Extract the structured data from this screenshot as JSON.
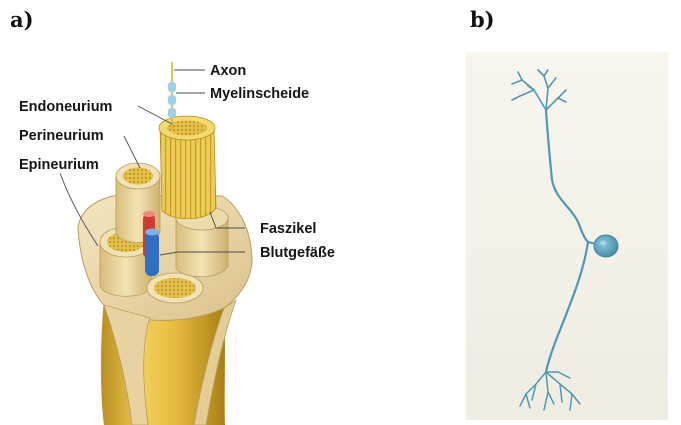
{
  "panels": [
    {
      "id": "a",
      "label": "a)"
    },
    {
      "id": "b",
      "label": "b)"
    }
  ],
  "nerve_labels": {
    "axon": "Axon",
    "myelin": "Myelinscheide",
    "endoneurium": "Endoneurium",
    "perineurium": "Perineurium",
    "epineurium": "Epineurium",
    "fascicle": "Faszikel",
    "vessels": "Blutgefäße"
  },
  "colors": {
    "nerve_yellow": "#e9c24a",
    "nerve_dark": "#c79a1f",
    "sheath": "#efd9a6",
    "artery": "#d13b2f",
    "vein": "#2f6fc4",
    "neuron": "#4f98b4",
    "panel_b_bg": "#f3f1e7"
  }
}
